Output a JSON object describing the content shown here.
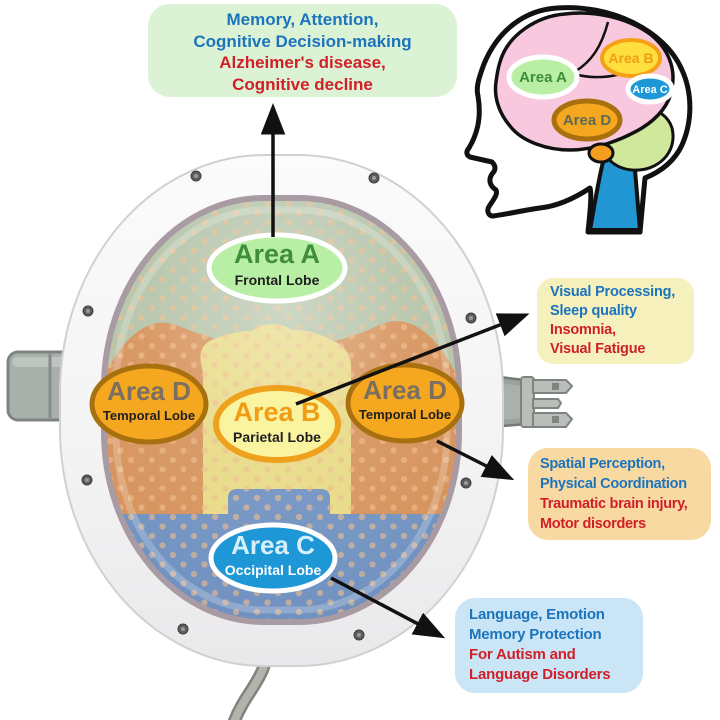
{
  "colors": {
    "blue_text": "#1b74bc",
    "red_text": "#d01f27",
    "green_box_bg": "#dcf2d4",
    "yellow_box_bg": "#f6f1bc",
    "orange_box_bg": "#f8d9a2",
    "blue_box_bg": "#c9e5f6",
    "area_a_fill": "#b9efa4",
    "area_a_text": "#3e8e3c",
    "area_b_fill": "#faf3a0",
    "area_b_stroke": "#efa11d",
    "area_b_text": "#ef9d15",
    "area_c_fill": "#1e97d6",
    "area_c_text": "#d4f0fa",
    "area_d_fill": "#f5a81f",
    "area_d_stroke": "#a8700e",
    "area_d_text": "#7a6f60",
    "region_green": "#b4c3a8",
    "region_orange": "#d6935c",
    "region_yellow": "#e8da85",
    "region_blue": "#7292c2",
    "arrow": "#111111"
  },
  "callouts": {
    "memory": {
      "blue": [
        "Memory, Attention,",
        "Cognitive Decision-making"
      ],
      "red": [
        "Alzheimer's disease,",
        "Cognitive decline"
      ]
    },
    "visual": {
      "blue": [
        "Visual Processing,",
        "Sleep quality"
      ],
      "red": [
        "Insomnia,",
        "Visual Fatigue"
      ]
    },
    "spatial": {
      "blue": [
        "Spatial Perception,",
        "Physical Coordination"
      ],
      "red": [
        "Traumatic brain injury,",
        "Motor disorders"
      ]
    },
    "language": {
      "blue": [
        "Language, Emotion",
        "Memory Protection"
      ],
      "red": [
        "For Autism and",
        "Language Disorders"
      ]
    }
  },
  "helmet": {
    "areas": {
      "a": {
        "title": "Area A",
        "subtitle": "Frontal Lobe"
      },
      "b": {
        "title": "Area B",
        "subtitle": "Parietal Lobe"
      },
      "c": {
        "title": "Area C",
        "subtitle": "Occipital Lobe"
      },
      "d_left": {
        "title": "Area D",
        "subtitle": "Temporal Lobe"
      },
      "d_right": {
        "title": "Area D",
        "subtitle": "Temporal Lobe"
      }
    }
  },
  "head": {
    "labels": {
      "a": "Area A",
      "b": "Area B",
      "c": "Area C",
      "d": "Area D"
    }
  }
}
